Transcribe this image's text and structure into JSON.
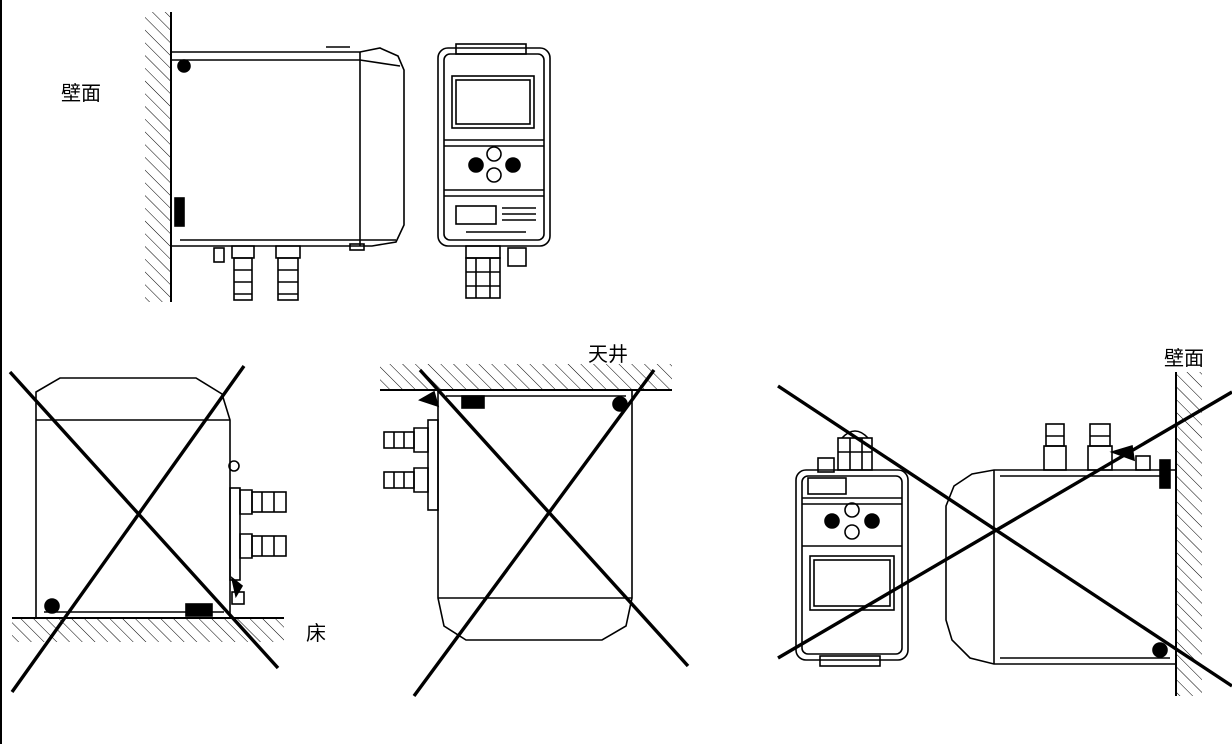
{
  "labels": {
    "wall_top": "壁面",
    "ceiling": "天井",
    "wall_right": "壁面",
    "floor": "床"
  },
  "colors": {
    "line": "#000000",
    "background": "#ffffff"
  },
  "icons": {
    "prohibited_mark": "x-cross-icon",
    "hatching": "hatched-surface"
  }
}
